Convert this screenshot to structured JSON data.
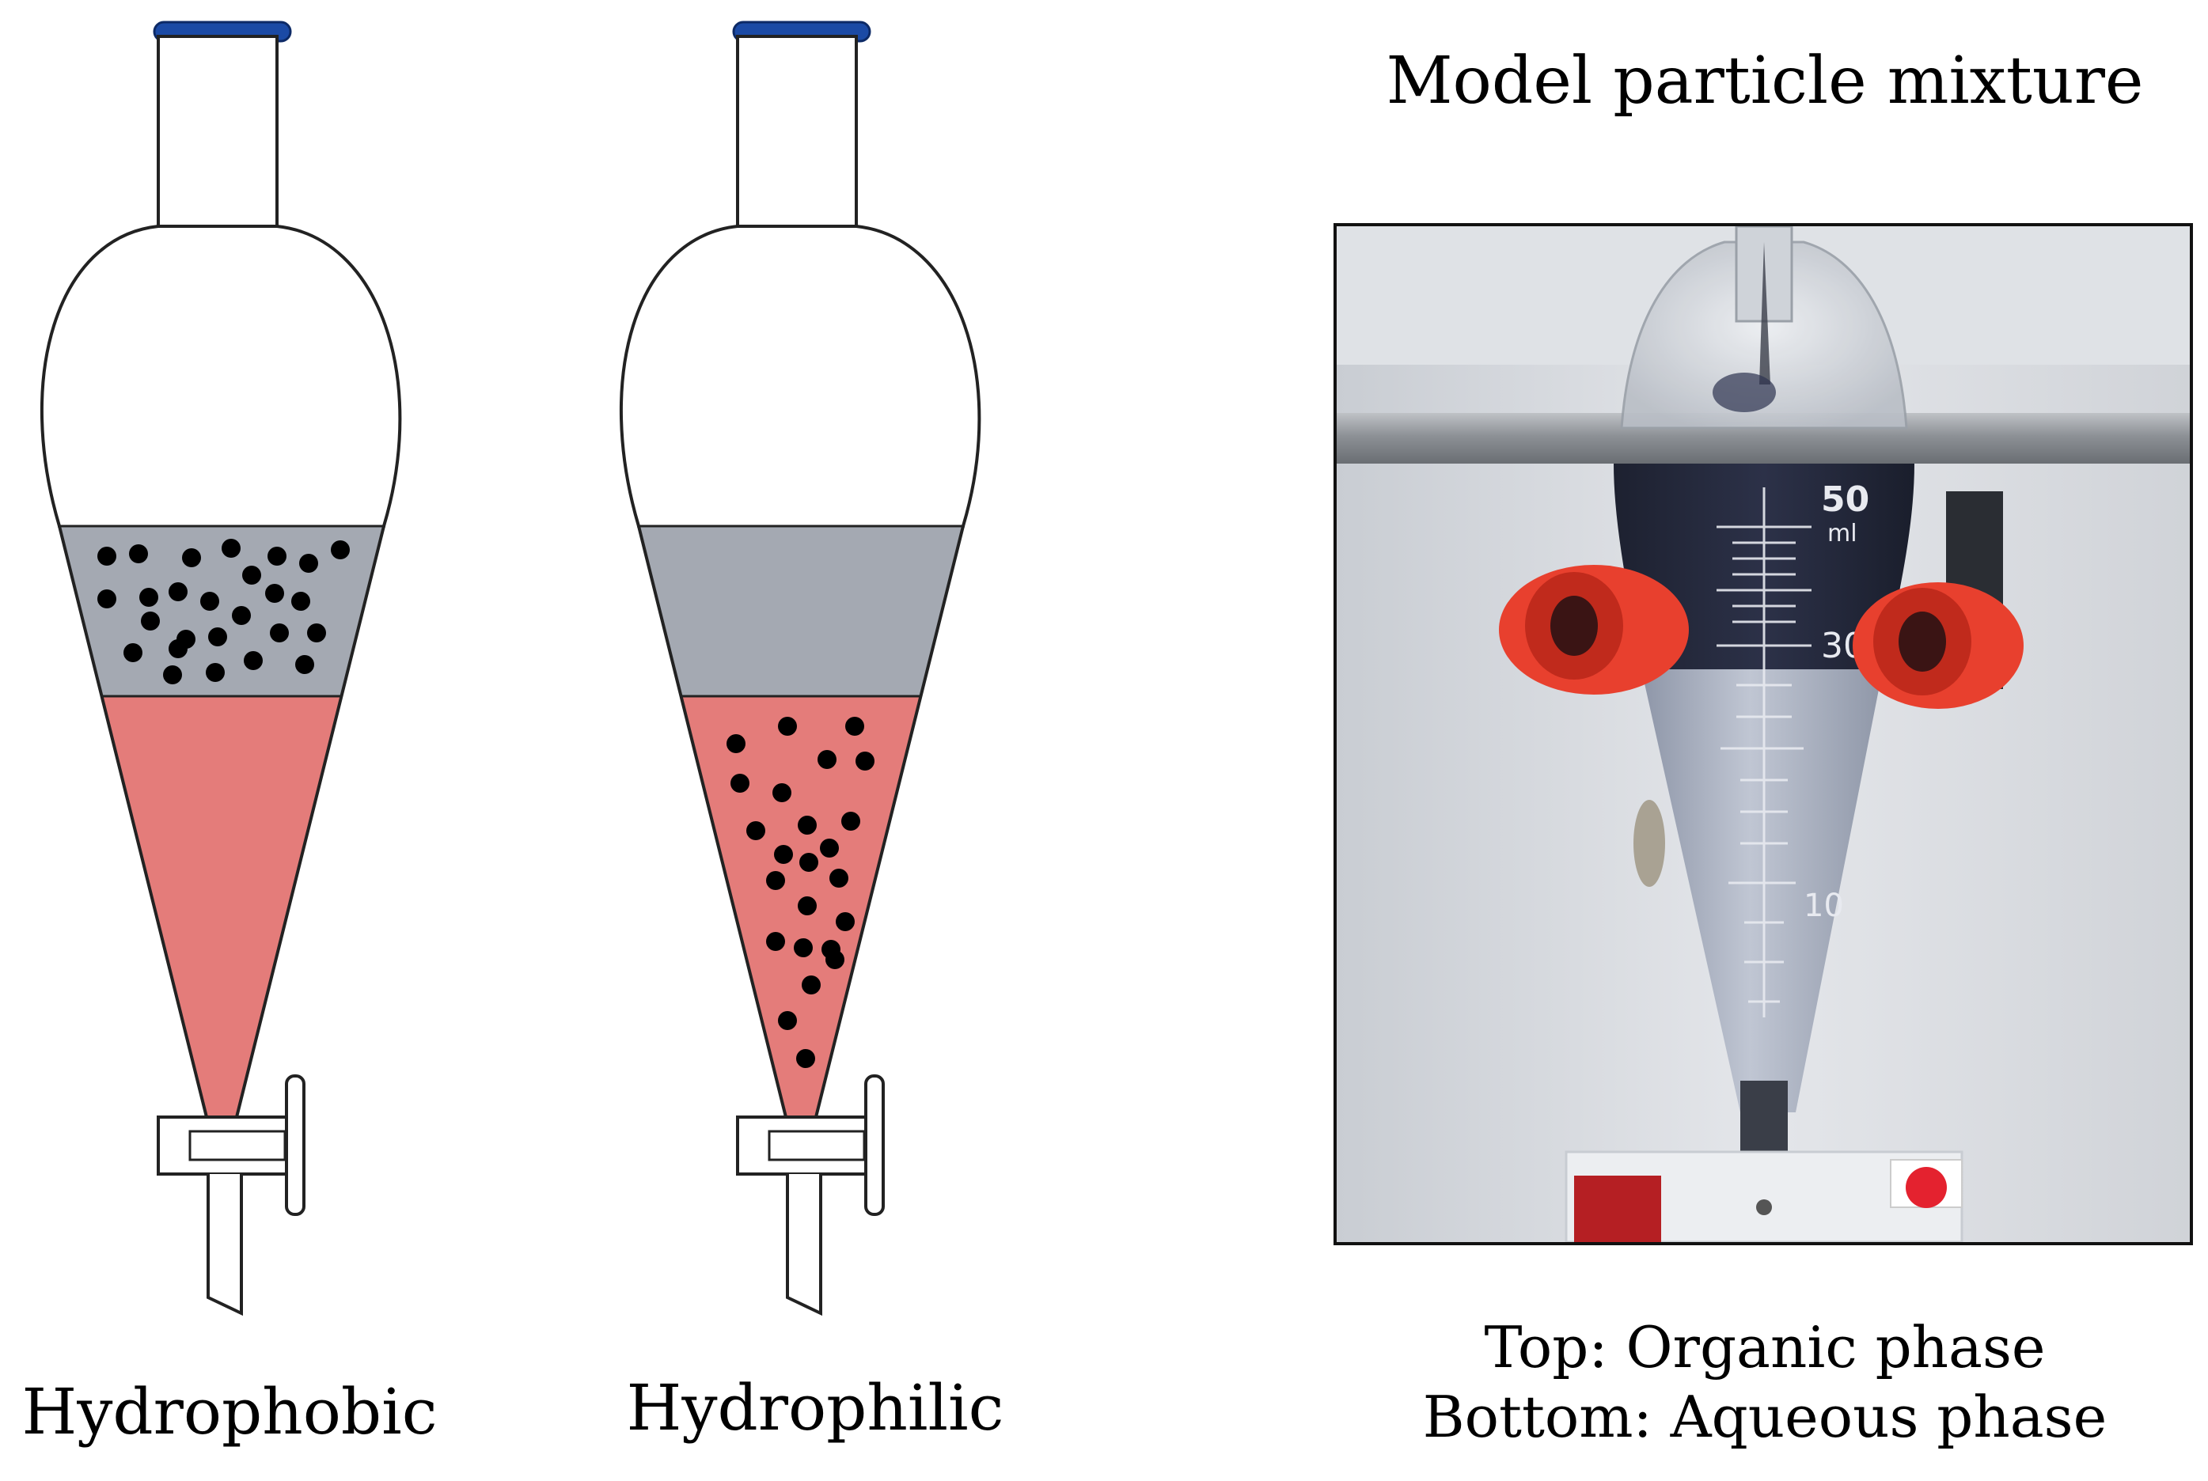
{
  "diagram": {
    "left_funnel_label": "Hydrophobic",
    "middle_funnel_label": "Hydrophilic",
    "photo_title": "Model particle mixture",
    "photo_caption_top": "Top: Organic phase",
    "photo_caption_bottom": "Bottom: Aqueous phase"
  },
  "photo_graduations": {
    "mark_50": "50",
    "unit_ml": "ml",
    "mark_30": "30",
    "mark_10": "10"
  },
  "colors": {
    "organic_phase": "#a4a9b2",
    "aqueous_phase": "#e47c7a",
    "particle": "#000000",
    "stopper": "#1b4aa5",
    "outline": "#222222"
  }
}
